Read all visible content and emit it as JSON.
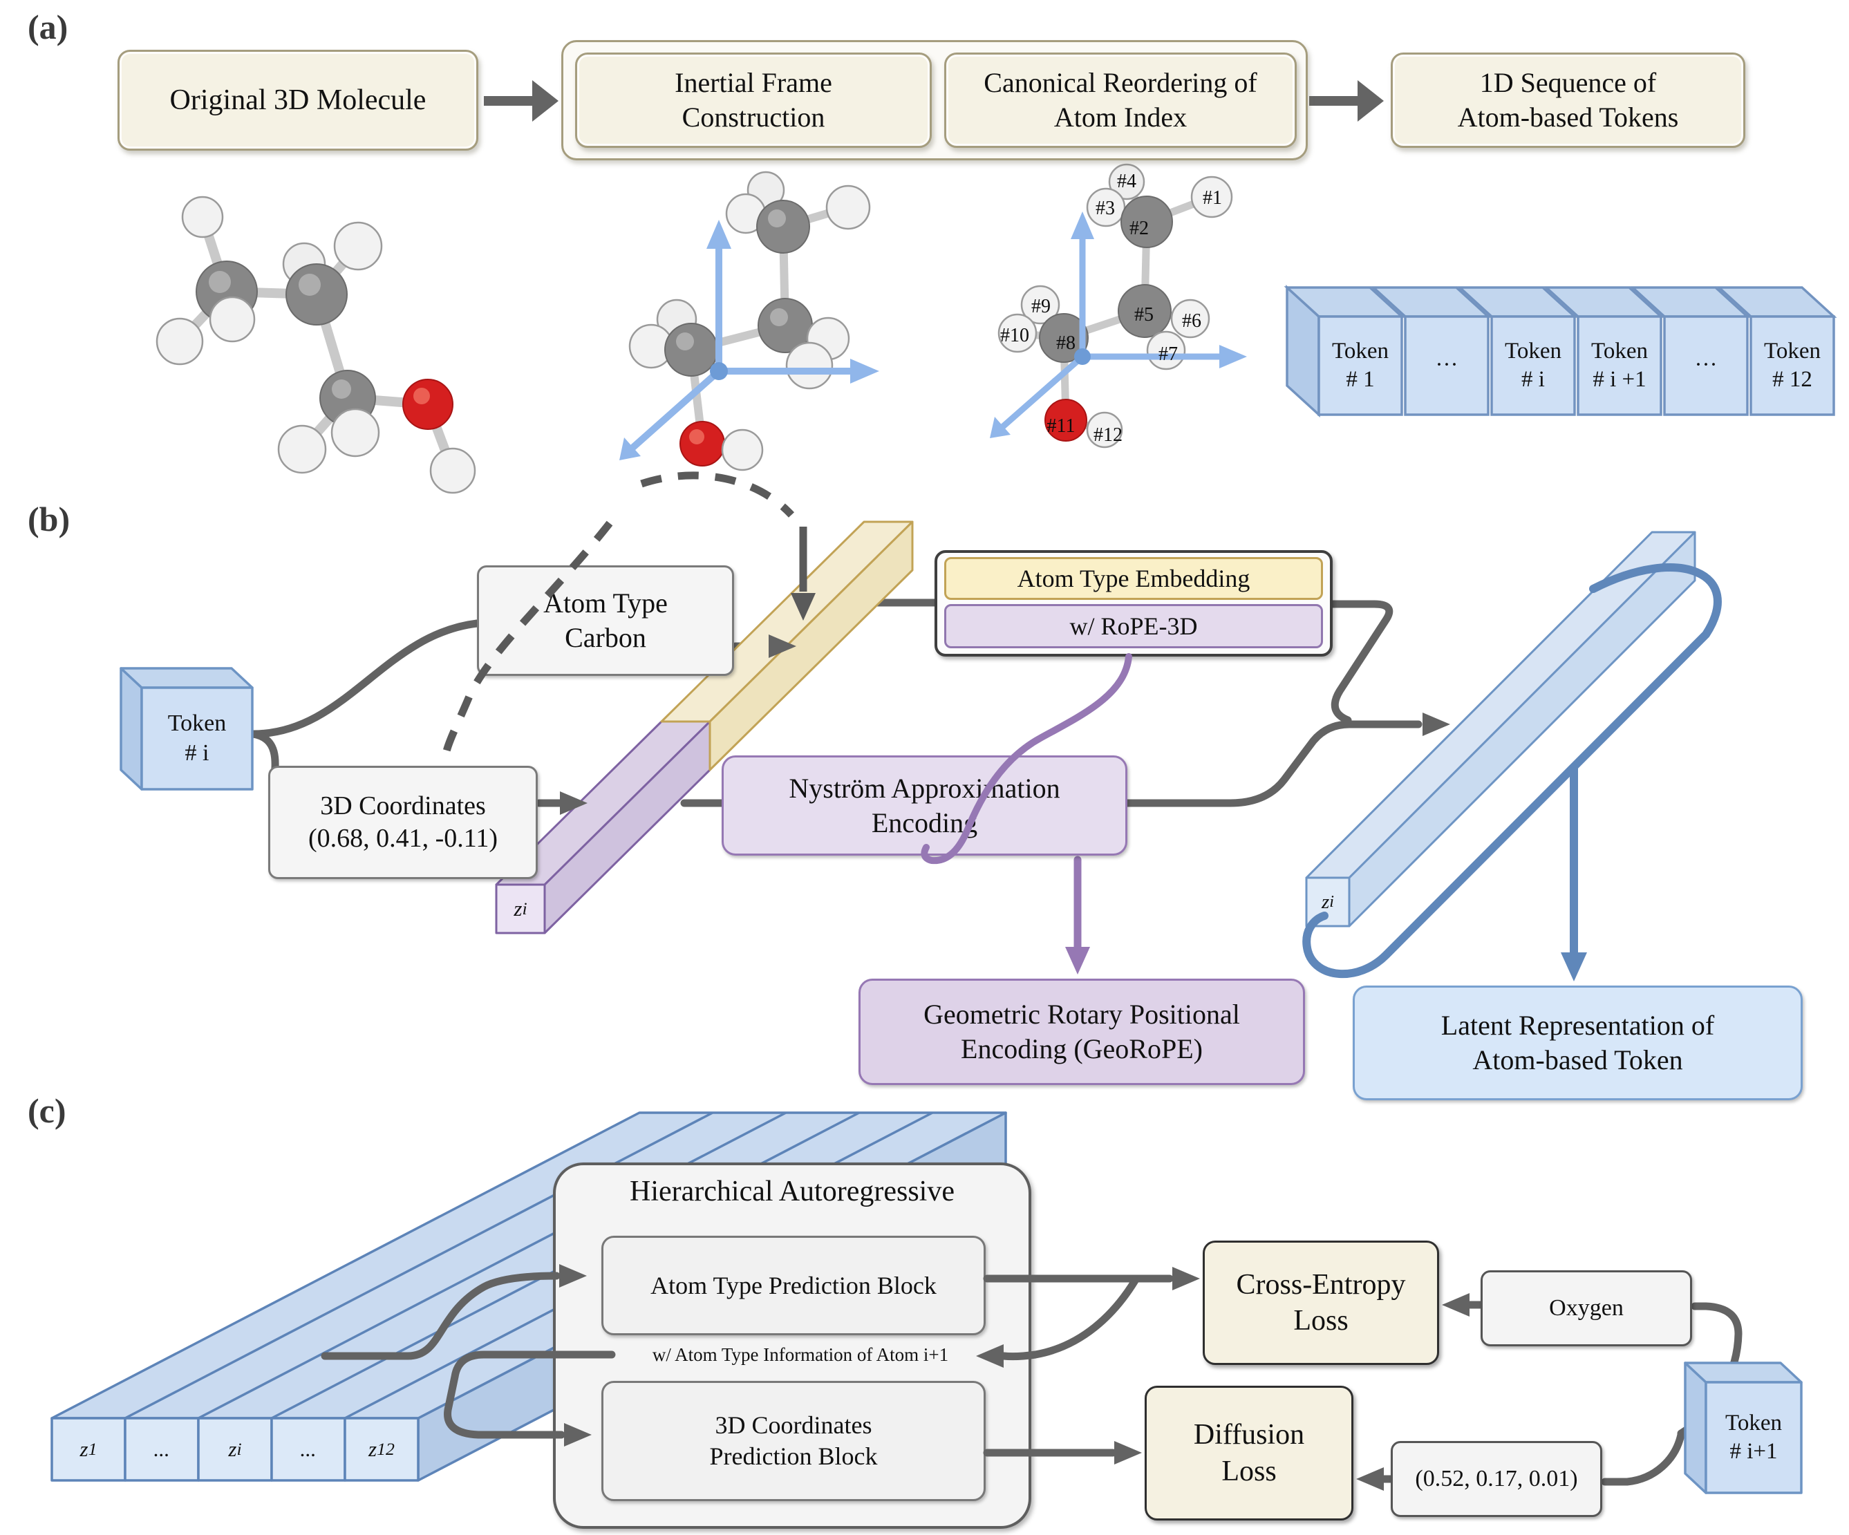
{
  "panel_a": {
    "label": "(a)",
    "box_original": "Original 3D Molecule",
    "box_inertial": "Inertial Frame\nConstruction",
    "box_canonical": "Canonical Reordering of\nAtom Index",
    "box_sequence": "1D Sequence of\nAtom-based Tokens",
    "tokens": [
      "Token\n# 1",
      "···",
      "Token\n# i",
      "Token\n# i +1",
      "···",
      "Token\n# 12"
    ],
    "atom_labels": [
      "#1",
      "#2",
      "#3",
      "#4",
      "#5",
      "#6",
      "#7",
      "#8",
      "#9",
      "#10",
      "#11",
      "#12"
    ]
  },
  "panel_b": {
    "label": "(b)",
    "token_cube": "Token\n# i",
    "atom_type": "Atom Type\nCarbon",
    "coords": "3D Coordinates\n(0.68, 0.41, -0.11)",
    "embedding": "Atom Type Embedding",
    "rope": "w/ RoPE-3D",
    "nystrom": "Nyström Approximation\nEncoding",
    "georope": "Geometric Rotary Positional\nEncoding (GeoRoPE)",
    "latent": "Latent Representation of\nAtom-based Token",
    "z_bar": {
      "m": "z",
      "s": "i"
    }
  },
  "panel_c": {
    "label": "(c)",
    "title": "Hierarchical Autoregressive",
    "atom_block": "Atom Type Prediction Block",
    "info": "w/ Atom Type Information of Atom i+1",
    "coords_block": "3D Coordinates\nPrediction Block",
    "cross_entropy": "Cross-Entropy\nLoss",
    "oxygen": "Oxygen",
    "diffusion": "Diffusion\nLoss",
    "coords_value": "(0.52, 0.17, 0.01)",
    "token_cube": "Token\n# i+1",
    "z_cells": [
      {
        "m": "z",
        "s": "1"
      },
      {
        "m": "...",
        "s": ""
      },
      {
        "m": "z",
        "s": "i"
      },
      {
        "m": "...",
        "s": ""
      },
      {
        "m": "z",
        "s": "12"
      }
    ],
    "z_bar": {
      "m": "z",
      "s": "i"
    }
  },
  "colors": {
    "cream": "#f5f2e4",
    "tan_border": "#a59d7e",
    "arrow_gray": "#636363",
    "token_blue": "#cfe0f5",
    "blue_stroke": "#6d94c4",
    "axis_blue": "#90b6ea",
    "yellow": "#faf0c8",
    "yellow_stroke": "#c2a356",
    "purple": "#e4daed",
    "purple_stroke": "#9177af",
    "purple_arrow": "#9678b4",
    "latent_blue": "#d7e7f9",
    "blue_curve": "#5f87ba",
    "carbon": "#8e8e8e",
    "oxygen_red": "#d51f1f",
    "hydrogen": "#f2f2f2"
  }
}
